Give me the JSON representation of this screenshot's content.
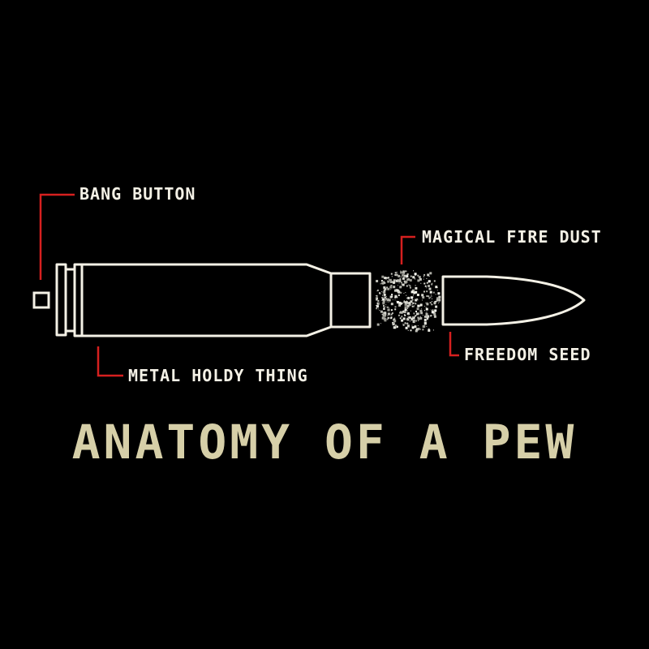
{
  "labels": {
    "primer": "BANG BUTTON",
    "powder": "MAGICAL FIRE DUST",
    "bullet": "FREEDOM SEED",
    "casing": "METAL HOLDY THING"
  },
  "title": "ANATOMY OF A PEW",
  "colors": {
    "background": "#000000",
    "outline": "#f4f1e6",
    "leader": "#d6201f",
    "label_text": "#f4f1e6",
    "title_text": "#d6cfa8"
  },
  "icons": {
    "primer": "primer-square",
    "casing": "cartridge-casing",
    "powder": "powder-particles",
    "bullet": "bullet-projectile"
  }
}
